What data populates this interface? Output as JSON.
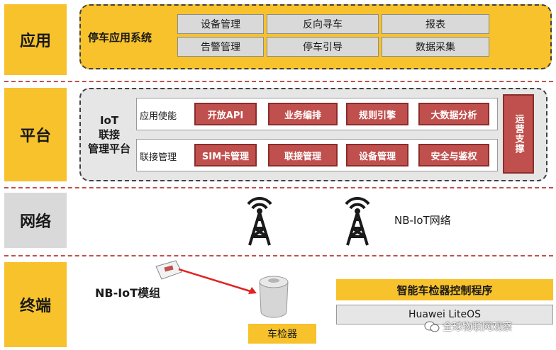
{
  "layers": {
    "application": "应用",
    "platform": "平台",
    "network": "网络",
    "terminal": "终端"
  },
  "application": {
    "title": "停车应用系统",
    "items": [
      "设备管理",
      "反向寻车",
      "报表",
      "告警管理",
      "停车引导",
      "数据采集"
    ]
  },
  "platform": {
    "title_line1": "IoT",
    "title_line2": "联接",
    "title_line3": "管理平台",
    "row1_label": "应用使能",
    "row1_items": [
      "开放API",
      "业务编排",
      "规则引擎",
      "大数据分析"
    ],
    "row2_label": "联接管理",
    "row2_items": [
      "SIM卡管理",
      "联接管理",
      "设备管理",
      "安全与鉴权"
    ],
    "ops": "运营支撑"
  },
  "network": {
    "label": "NB-IoT网络",
    "icons": [
      "cell-tower-icon",
      "cell-tower-icon"
    ]
  },
  "terminal": {
    "module_label": "NB-IoT模组",
    "sensor_label": "车检器",
    "control_program": "智能车检器控制程序",
    "os": "Huawei LiteOS"
  },
  "watermark": "全球物联网观察",
  "colors": {
    "yellow": "#f7c22b",
    "red": "#c0504d",
    "gray": "#d9d9d9",
    "separator": "#c0504d"
  }
}
